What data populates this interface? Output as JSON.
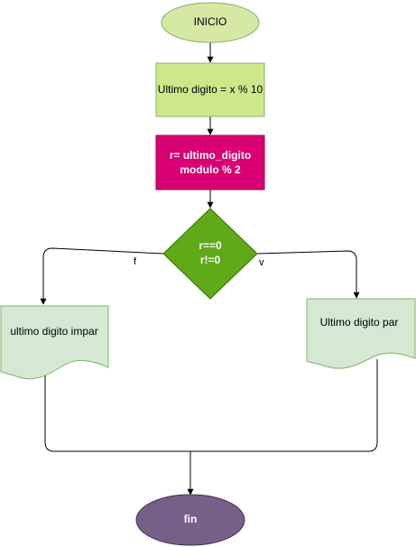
{
  "nodes": {
    "start": {
      "label": "INICIO"
    },
    "assign": {
      "label": "Ultimo digito = x % 10"
    },
    "modulo": {
      "line1": "r= ultimo_digito",
      "line2": "modulo % 2"
    },
    "decision": {
      "line1": "r==0",
      "line2": "r!=0"
    },
    "odd": {
      "label": "ultimo digito impar"
    },
    "even": {
      "label": "Ultimo digito par"
    },
    "end": {
      "label": "fin"
    }
  },
  "edges": {
    "false_label": "f",
    "true_label": "v"
  },
  "colors": {
    "start_fill": "#d5e8a4",
    "start_stroke": "#82b366",
    "assign_fill": "#cde889",
    "assign_stroke": "#82b366",
    "modulo_fill": "#d80073",
    "modulo_stroke": "#a50040",
    "decision_fill": "#60a917",
    "decision_stroke": "#2d7600",
    "doc_fill": "#d5e8d4",
    "doc_stroke": "#82b366",
    "end_fill": "#76608a",
    "end_stroke": "#432d57"
  }
}
